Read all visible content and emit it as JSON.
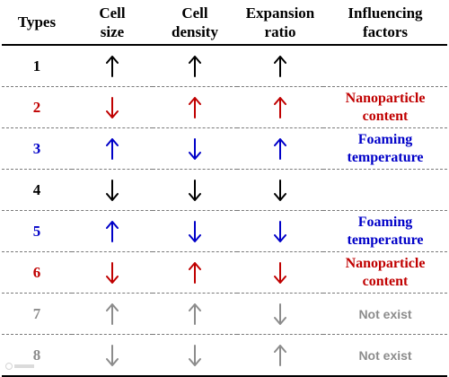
{
  "colors": {
    "black": "#000000",
    "red": "#c00000",
    "blue": "#0000c8",
    "gray": "#8c8c8c"
  },
  "headers": {
    "types": "Types",
    "cell_size": "Cell\nsize",
    "cell_density": "Cell\ndensity",
    "expansion_ratio": "Expansion\nratio",
    "influencing_factors": "Influencing\nfactors"
  },
  "rows": [
    {
      "type": "1",
      "color": "black",
      "cell_size": "up",
      "cell_density": "up",
      "expansion_ratio": "up",
      "factor": ""
    },
    {
      "type": "2",
      "color": "red",
      "cell_size": "down",
      "cell_density": "up",
      "expansion_ratio": "up",
      "factor": "Nanoparticle\ncontent"
    },
    {
      "type": "3",
      "color": "blue",
      "cell_size": "up",
      "cell_density": "down",
      "expansion_ratio": "up",
      "factor": "Foaming\ntemperature"
    },
    {
      "type": "4",
      "color": "black",
      "cell_size": "down",
      "cell_density": "down",
      "expansion_ratio": "down",
      "factor": ""
    },
    {
      "type": "5",
      "color": "blue",
      "cell_size": "up",
      "cell_density": "down",
      "expansion_ratio": "down",
      "factor": "Foaming\ntemperature"
    },
    {
      "type": "6",
      "color": "red",
      "cell_size": "down",
      "cell_density": "up",
      "expansion_ratio": "down",
      "factor": "Nanoparticle\ncontent"
    },
    {
      "type": "7",
      "color": "gray",
      "cell_size": "up",
      "cell_density": "up",
      "expansion_ratio": "down",
      "factor": "Not exist"
    },
    {
      "type": "8",
      "color": "gray",
      "cell_size": "down",
      "cell_density": "down",
      "expansion_ratio": "up",
      "factor": "Not exist"
    }
  ]
}
